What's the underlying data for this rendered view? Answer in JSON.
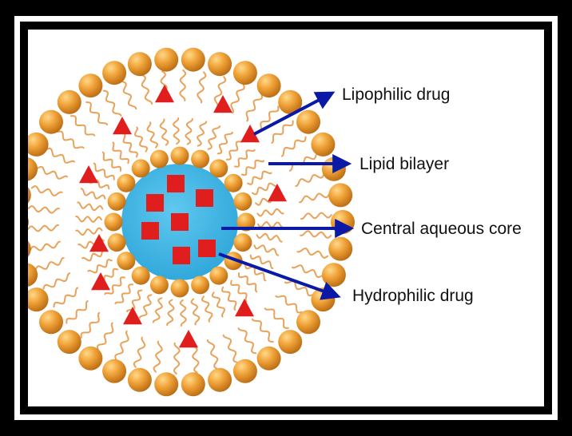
{
  "labels": {
    "lipophilic_drug": "Lipophilic drug",
    "lipid_bilayer": "Lipid bilayer",
    "central_aqueous_core": "Central aqueous core",
    "hydrophilic_drug": "Hydrophilic drug"
  },
  "colors": {
    "frame": "#000000",
    "lipid_head": "#f0a238",
    "lipid_tail": "#e9a25a",
    "core": "#3bb4e3",
    "lipophilic_drug": "#e01e1e",
    "hydrophilic_drug": "#e01e1e",
    "arrow": "#0a1aa6"
  },
  "icons": {
    "lipophilic_drug": "red-triangle",
    "hydrophilic_drug": "red-square"
  }
}
